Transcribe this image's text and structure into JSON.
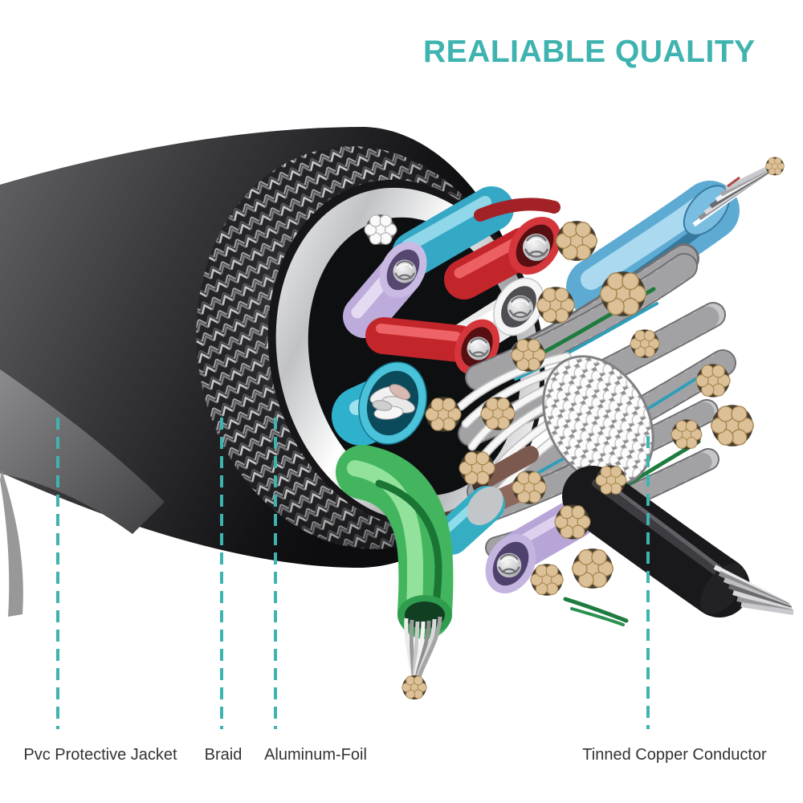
{
  "title": {
    "text": "REALIABLE QUALITY"
  },
  "labels": [
    {
      "id": "pvc-protective-jacket",
      "text": "Pvc Protective Jacket"
    },
    {
      "id": "braid",
      "text": "Braid"
    },
    {
      "id": "aluminum-foil",
      "text": "Aluminum-Foil"
    },
    {
      "id": "tinned-copper-conductor",
      "text": "Tinned Copper Conductor"
    }
  ],
  "colors": {
    "background": "#ffffff",
    "accent": "#3eb3af",
    "title": "#3eb3af",
    "label-text": "#333333",
    "jacket": "#2a2a2c",
    "braid-silver": "#c9c9cb",
    "foil-silver": "#dcdde0",
    "wire-blue": "#5dabd3",
    "wire-cyan": "#2fb0cd",
    "wire-red": "#c2262b",
    "wire-green": "#43b55e",
    "wire-lavender": "#bcabdb",
    "wire-white": "#efefef",
    "wire-black": "#19191b",
    "wire-brown": "#8d685d",
    "copper-tan": "#dcc097"
  }
}
